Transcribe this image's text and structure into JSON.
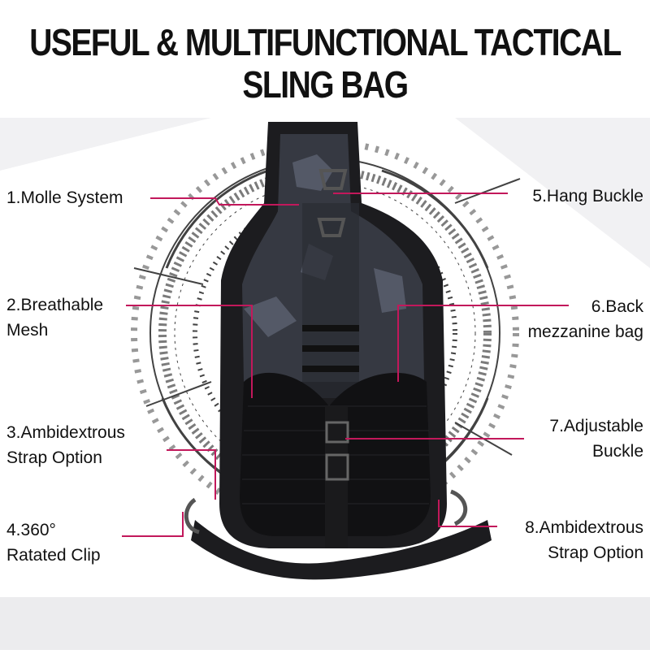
{
  "title": "USEFUL & MULTIFUNCTIONAL TACTICAL SLING BAG",
  "colors": {
    "leader": "#c2185b",
    "bag": "#1c1c1f",
    "camo": "#3a3d46",
    "text": "#111111"
  },
  "features": [
    {
      "line1": "1.Molle System",
      "line2": ""
    },
    {
      "line1": "2.Breathable",
      "line2": "Mesh"
    },
    {
      "line1": "3.Ambidextrous",
      "line2": "Strap Option"
    },
    {
      "line1": "4.360°",
      "line2": "Ratated Clip"
    },
    {
      "line1": "5.Hang Buckle",
      "line2": ""
    },
    {
      "line1": "6.Back",
      "line2": "mezzanine bag"
    },
    {
      "line1": "7.Adjustable",
      "line2": "Buckle"
    },
    {
      "line1": "8.Ambidextrous",
      "line2": "Strap Option"
    }
  ]
}
